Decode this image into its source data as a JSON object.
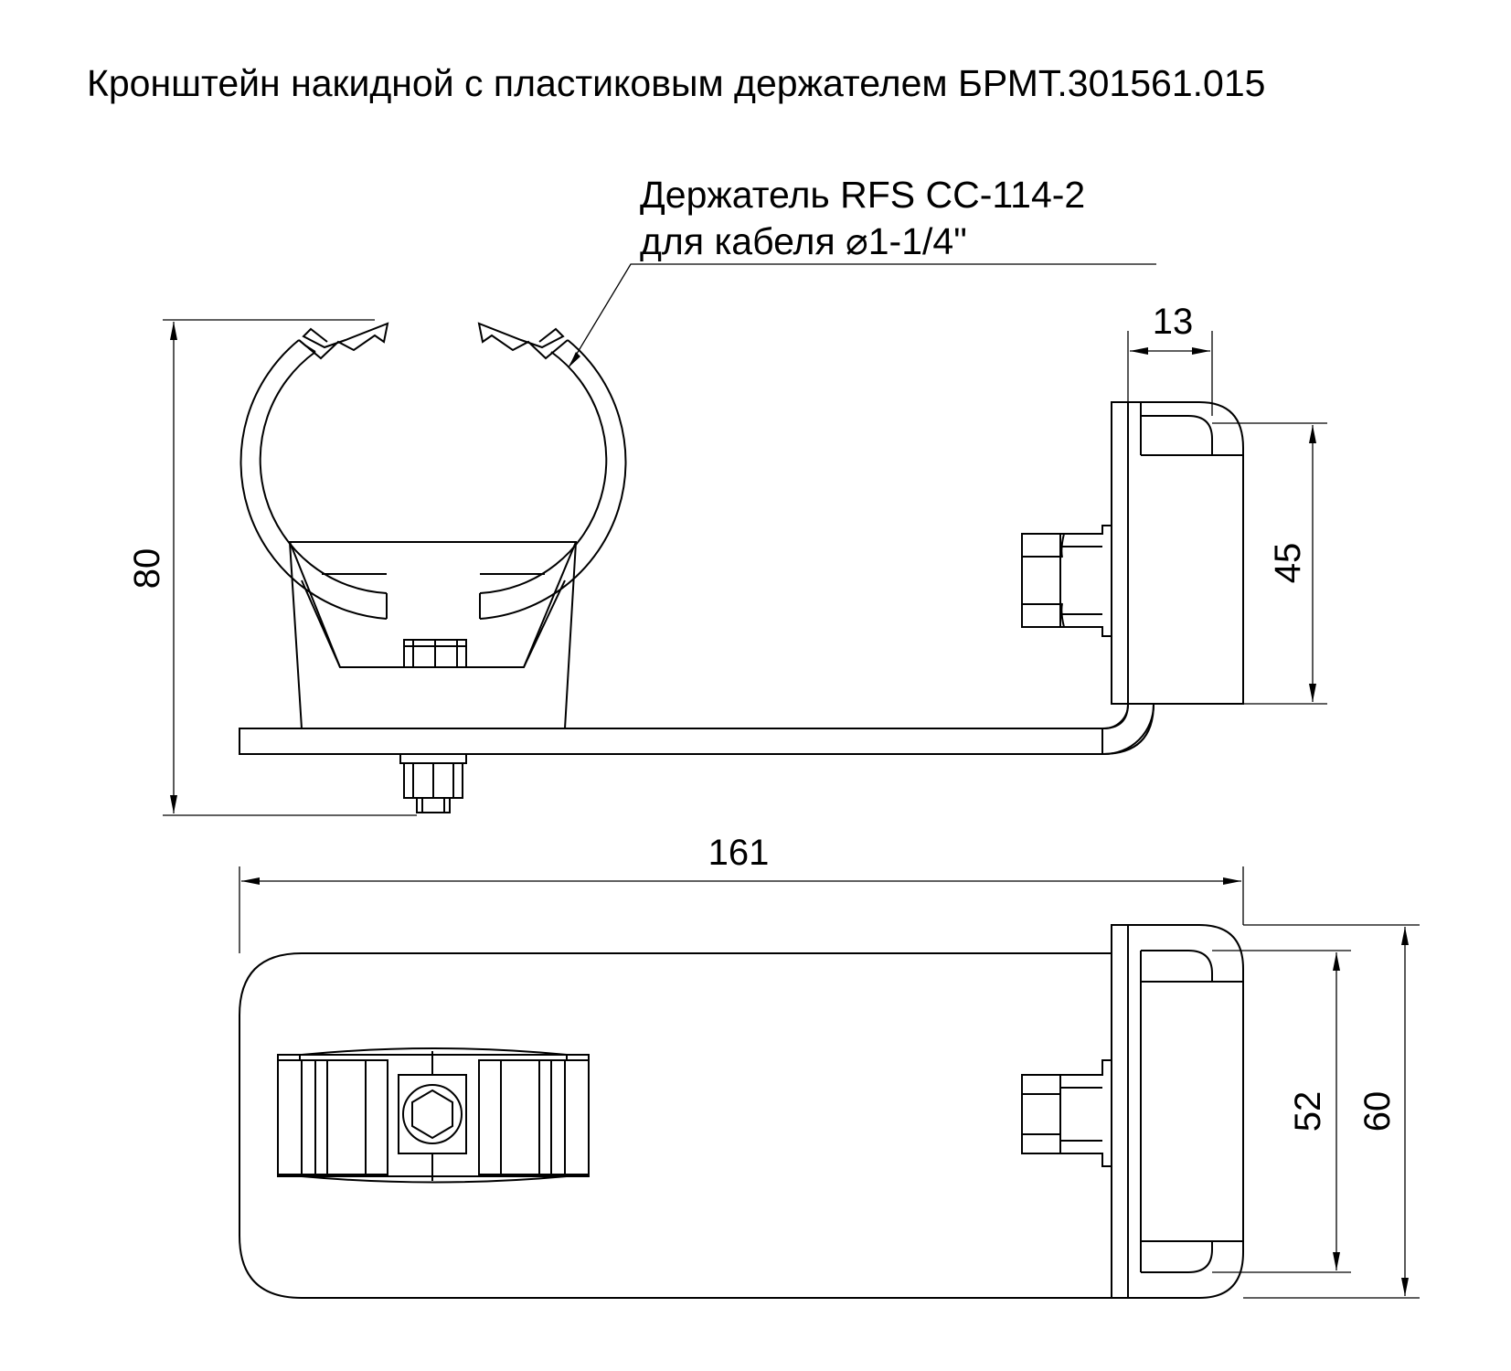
{
  "title": "Кронштейн накидной с пластиковым держателем БРМТ.301561.015",
  "callout": {
    "line1": "Держатель RFS CC-114-2",
    "line2": "для кабеля ⌀1-1/4\""
  },
  "dimensions": {
    "height": "80",
    "clamp_thickness": "13",
    "clamp_height": "45",
    "length": "161",
    "inner_width": "52",
    "outer_width": "60"
  }
}
